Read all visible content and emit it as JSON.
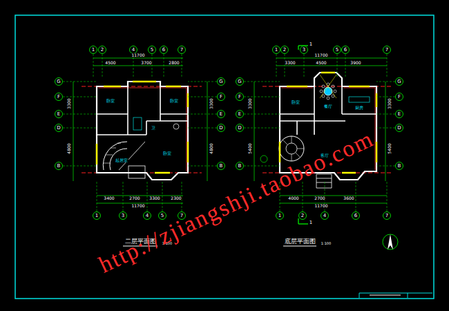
{
  "diagram": {
    "nodes": [
      {
        "text": [
          "1"
        ]
      },
      {
        "text": [
          "2"
        ]
      },
      {
        "text": [
          "4"
        ]
      },
      {
        "text": [
          "5"
        ]
      },
      {
        "text": [
          "6"
        ]
      },
      {
        "text": [
          "7"
        ]
      },
      {
        "text": [
          "1"
        ]
      },
      {
        "text": [
          "3"
        ]
      },
      {
        "text": [
          "4"
        ]
      },
      {
        "text": [
          "5"
        ]
      },
      {
        "text": [
          "7"
        ]
      },
      {
        "text": [
          "G"
        ]
      },
      {
        "text": [
          "F"
        ]
      },
      {
        "text": [
          "E"
        ]
      },
      {
        "text": [
          "D"
        ]
      },
      {
        "text": [
          "B"
        ]
      },
      {
        "text": [
          "G"
        ]
      },
      {
        "text": [
          "F"
        ]
      },
      {
        "text": [
          "E"
        ]
      },
      {
        "text": [
          "D"
        ]
      },
      {
        "text": [
          "B"
        ]
      },
      {
        "text": [
          "1"
        ]
      },
      {
        "text": [
          "2"
        ]
      },
      {
        "text": [
          "3"
        ]
      },
      {
        "text": [
          "5"
        ]
      },
      {
        "text": [
          "6"
        ]
      },
      {
        "text": [
          "7"
        ]
      },
      {
        "text": [
          "1"
        ]
      },
      {
        "text": [
          "2"
        ]
      },
      {
        "text": [
          "4"
        ]
      },
      {
        "text": [
          "6"
        ]
      },
      {
        "text": [
          "7"
        ]
      },
      {
        "text": [
          "G"
        ]
      },
      {
        "text": [
          "F"
        ]
      },
      {
        "text": [
          "E"
        ]
      },
      {
        "text": [
          "D"
        ]
      },
      {
        "text": [
          "B"
        ]
      },
      {
        "text": [
          "G"
        ]
      },
      {
        "text": [
          "F"
        ]
      },
      {
        "text": [
          "E"
        ]
      },
      {
        "text": [
          "D"
        ]
      },
      {
        "text": [
          "B"
        ]
      }
    ],
    "labels": [
      "11700",
      "4500",
      "3700",
      "2800",
      "3400",
      "2700",
      "3300",
      "2300",
      "11700",
      "3300",
      "4800",
      "3300",
      "4800",
      "11700",
      "3300",
      "4500",
      "3900",
      "4000",
      "2700",
      "3600",
      "11700",
      "3300",
      "5400",
      "3300",
      "5400",
      "卧室",
      "卧室",
      "卫",
      "起居室",
      "卧室",
      "卧室",
      "餐厅",
      "厨房",
      "客厅",
      "二层平面图",
      "1:100",
      "底层平面图",
      "1:100",
      "1",
      "1",
      "http://zjiangshji.taobao.com"
    ]
  }
}
